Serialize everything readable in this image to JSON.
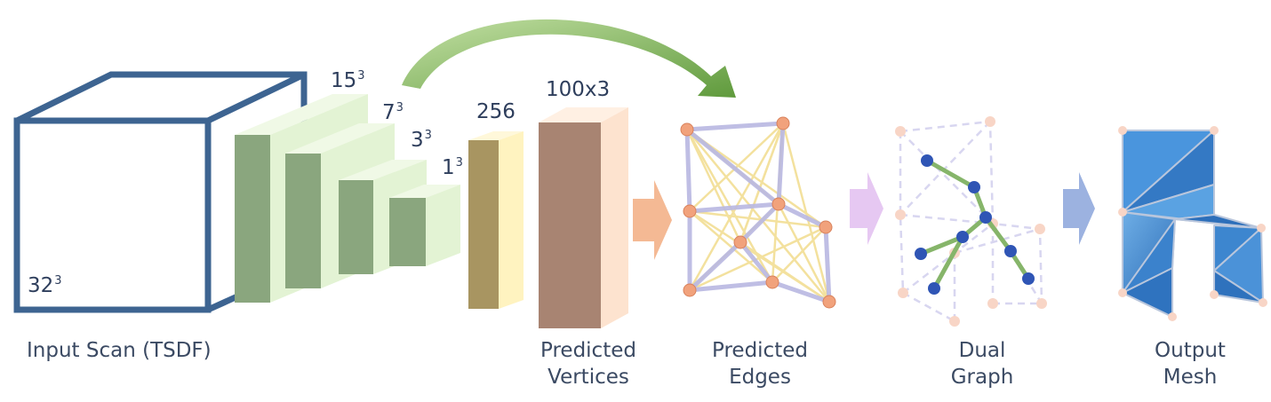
{
  "labels": {
    "input_scan": "Input Scan (TSDF)",
    "predicted_vertices_l1": "Predicted",
    "predicted_vertices_l2": "Vertices",
    "predicted_edges_l1": "Predicted",
    "predicted_edges_l2": "Edges",
    "dual_graph_l1": "Dual",
    "dual_graph_l2": "Graph",
    "output_mesh_l1": "Output",
    "output_mesh_l2": "Mesh"
  },
  "dims": {
    "d32": "32",
    "d15": "15",
    "d7": "7",
    "d3": "3",
    "d1": "1",
    "exp": "3",
    "fc256": "256",
    "vert": "100x3"
  },
  "colors": {
    "cube_outline": "#3d6491",
    "volume_front": "#e3f3d4",
    "volume_side": "#8aa67e",
    "fc_front": "#fff3c0",
    "fc_side": "#a89561",
    "vert_front": "#fde3cf",
    "vert_side": "#a88472",
    "skip_arrow": "#7aaf50",
    "arrow_orange": "#f4b994",
    "arrow_purple": "#e6c8f2",
    "arrow_blue": "#9cb2e0",
    "node_orange": "#f1a27c",
    "edge_yellow": "#f2dc8e",
    "edge_lavender": "#b9b8e2",
    "dual_node": "#2f55b5",
    "dual_edge": "#86b56a",
    "mesh_blue": "#3d86cf"
  }
}
